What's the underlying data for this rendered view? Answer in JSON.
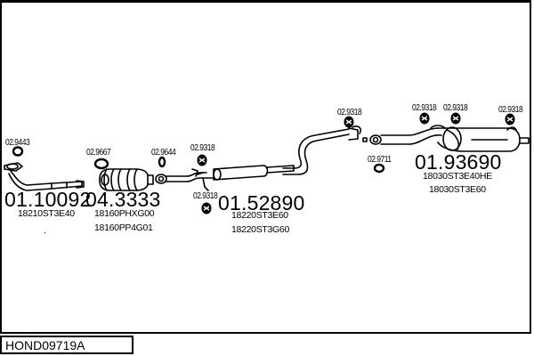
{
  "diagram_title": "HOND09719A",
  "parts": {
    "front_pipe": {
      "number": "01.10092",
      "oem": [
        "18210ST3E40"
      ],
      "note": "."
    },
    "catalyst": {
      "number": "04.3333",
      "oem": [
        "18160PHXG00",
        "18160PP4G01"
      ]
    },
    "centre_silencer": {
      "number": "01.52890",
      "oem": [
        "18220ST3E60",
        "18220ST3G60"
      ]
    },
    "rear_silencer": {
      "number": "01.93690",
      "oem": [
        "18030ST3E40HE",
        "18030ST3E60"
      ]
    }
  },
  "fittings": {
    "gasket_front": "02.9443",
    "gasket_cat_front": "02.9667",
    "gasket_cat_rear": "02.9644",
    "hanger_mid_upper": "02.9318",
    "hanger_mid_lower": "02.9318",
    "hanger_joint": "02.9318",
    "gasket_rear": "02.9711",
    "hanger_rear_1": "02.9318",
    "hanger_rear_2": "02.9318",
    "hanger_tail": "02.9318"
  }
}
